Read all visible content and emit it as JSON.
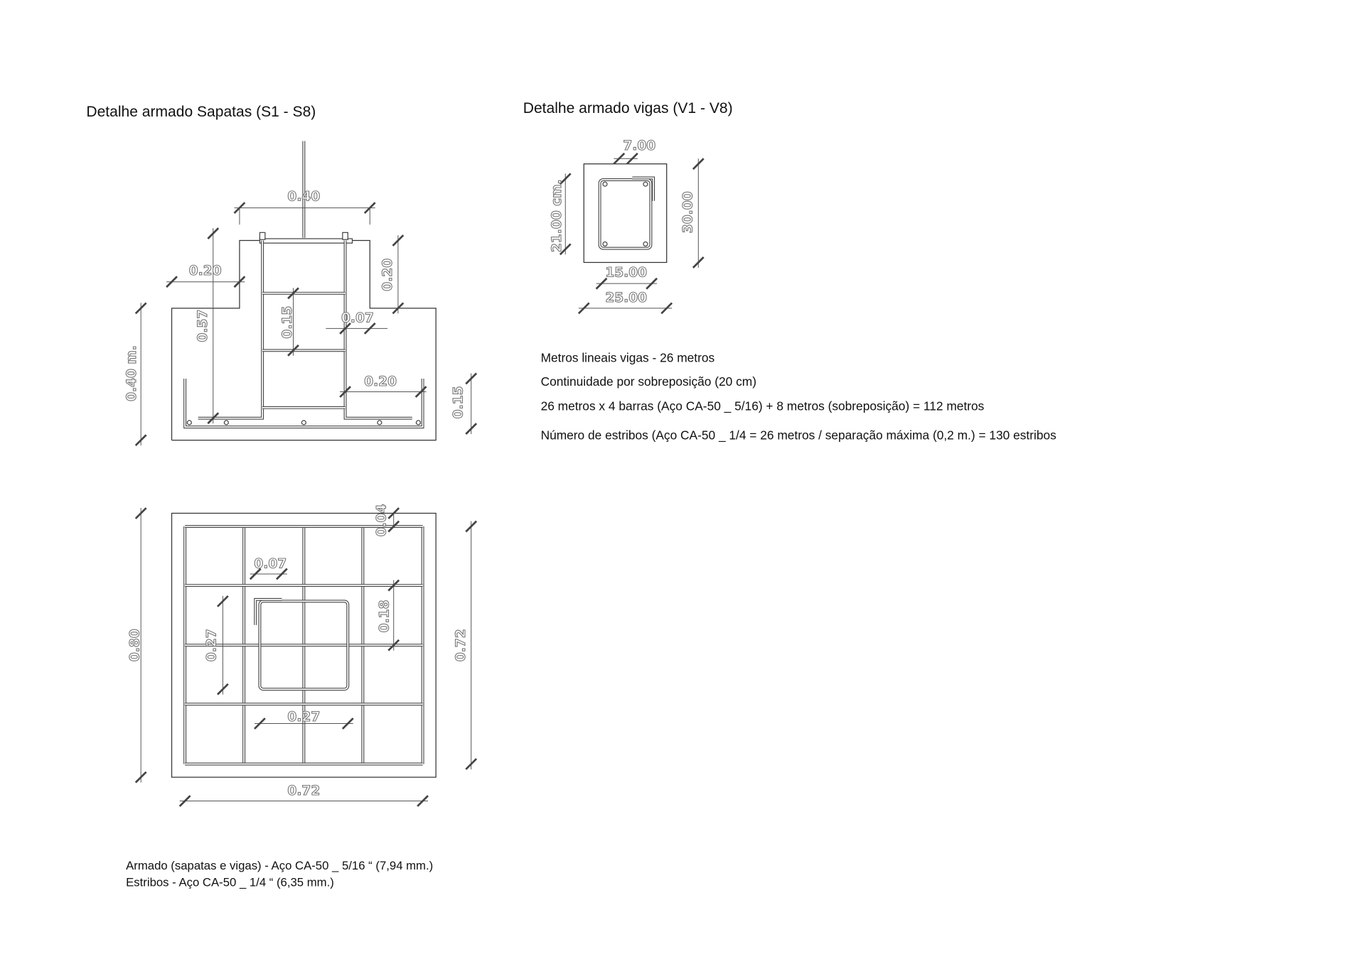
{
  "sapatas": {
    "title": "Detalhe armado Sapatas (S1 - S8)",
    "section_dims": {
      "top_width": "0.40",
      "step_width": "0.20",
      "pedestal_height_right": "0.20",
      "total_height": "0.57",
      "stirrup_spacing": "0.15",
      "cover": "0.07",
      "base_height": "0.40 m.",
      "bar_hook": "0.20",
      "hook_height": "0.15"
    },
    "plan_dims": {
      "cover_top": "0.04",
      "cover_side": "0.07",
      "grid_spacing": "0.18",
      "outer_height": "0.80",
      "column_height": "0.27",
      "column_width": "0.27",
      "bar_height": "0.72",
      "bar_width": "0.72"
    },
    "notes": [
      "Armado (sapatas e vigas) -  Aço CA-50 _ 5/16 “ (7,94 mm.)",
      "Estribos -  Aço CA-50 _ 1/4 “ (6,35 mm.)"
    ]
  },
  "vigas": {
    "title": "Detalhe armado vigas (V1 - V8)",
    "dims": {
      "hook": "7.00",
      "stirrup_height": "21.00 cm.",
      "height": "30.00",
      "stirrup_width": "15.00",
      "width": "25.00"
    },
    "notes": [
      "Metros lineais vigas - 26 metros",
      "Continuidade por sobreposição (20 cm)",
      "26 metros x 4 barras (Aço CA-50 _ 5/16) + 8 metros (sobreposição) = 112 metros",
      "Número de estribos (Aço CA-50 _ 1/4 = 26 metros / separação máxima (0,2 m.) = 130 estribos"
    ]
  }
}
